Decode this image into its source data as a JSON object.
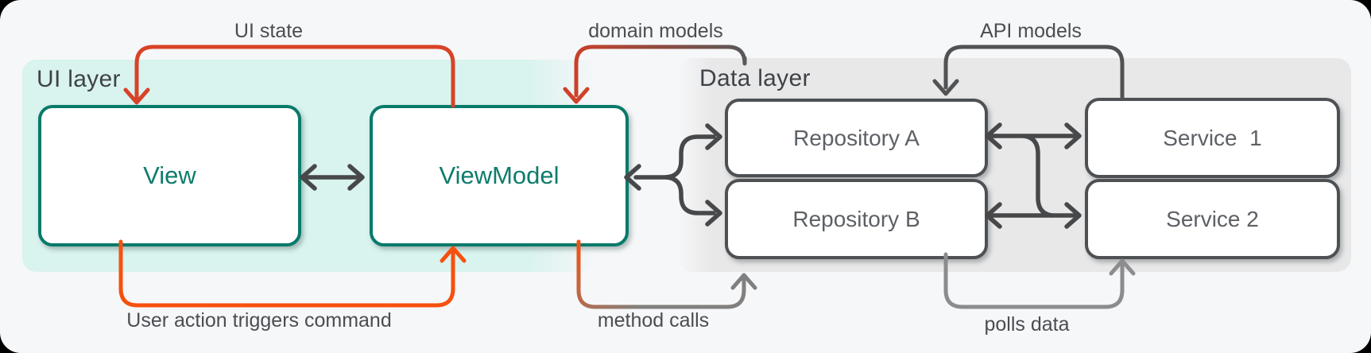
{
  "diagram": {
    "type": "architecture-diagram",
    "ui_layer": {
      "title": "UI layer",
      "boxes": {
        "view": {
          "label": "View"
        },
        "viewmodel": {
          "label": "ViewModel"
        }
      }
    },
    "data_layer": {
      "title": "Data layer",
      "boxes": {
        "repo_a": {
          "label": "Repository A"
        },
        "repo_b": {
          "label": "Repository B"
        },
        "service_1": {
          "label": "Service  1"
        },
        "service_2": {
          "label": "Service 2"
        }
      }
    },
    "arrows": {
      "ui_state": {
        "label": "UI state",
        "from": "ViewModel",
        "to": "View",
        "color": "#d84327"
      },
      "domain_models": {
        "label": "domain models",
        "from": "Data layer",
        "to": "ViewModel",
        "color": "gray-to-red gradient"
      },
      "api_models": {
        "label": "API models",
        "from": "Service 1",
        "to": "Repository A",
        "color": "#515254"
      },
      "user_action": {
        "label": "User action triggers command",
        "from": "View",
        "to": "ViewModel",
        "color": "#f7500e"
      },
      "method_calls": {
        "label": "method calls",
        "from": "ViewModel",
        "to": "Data layer",
        "color": "orange-to-gray gradient"
      },
      "polls_data": {
        "label": "polls data",
        "from": "Repository B",
        "to": "Service 2",
        "color": "#8c8c8e"
      },
      "view_viewmodel": {
        "label": "",
        "bidirectional": true,
        "color": "#47484a"
      },
      "viewmodel_repositories_fork": {
        "label": "",
        "bidirectional": true,
        "color": "#47484a"
      },
      "repo_a_service_1": {
        "label": "",
        "bidirectional": true,
        "color": "#47484a"
      },
      "repo_b_service_2": {
        "label": "",
        "bidirectional": true,
        "color": "#47484a"
      }
    },
    "colors": {
      "card_bg": "#f6f7f8",
      "mint_bg": "#d9f3ef",
      "gray_bg": "#e8e8e9",
      "teal_accent": "#077a6a",
      "red_accent": "#d84327",
      "orange_accent": "#f7500e",
      "arrow_dark": "#47484a",
      "arrow_light": "#8c8c8e",
      "box_border_gray": "#4e5154",
      "box_text_gray": "#5d6166",
      "label_text": "#4a4d52"
    }
  }
}
